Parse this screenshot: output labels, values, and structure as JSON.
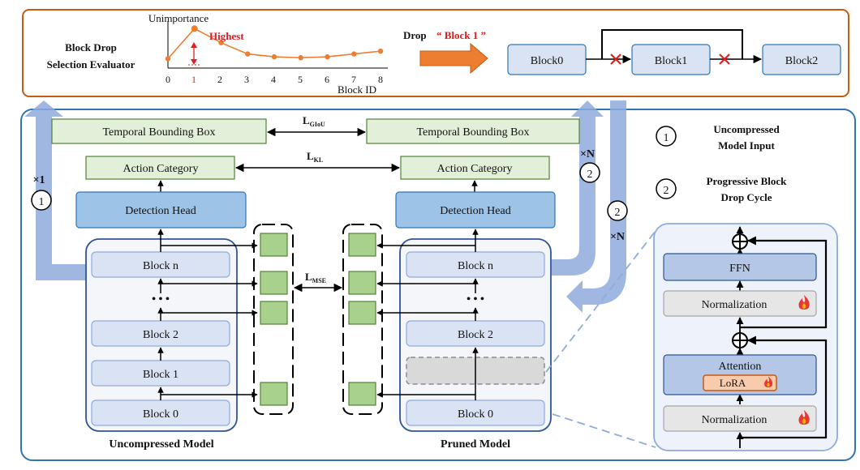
{
  "evaluator": {
    "title_line1": "Block Drop",
    "title_line2": "Selection Evaluator",
    "y_label": "Unimportance",
    "x_label": "Block ID",
    "highlight_label": "Highest",
    "x_ticks": [
      "0",
      "1",
      "2",
      "3",
      "4",
      "5",
      "6",
      "7",
      "8"
    ],
    "unimportance": [
      0.1,
      0.42,
      0.27,
      0.15,
      0.12,
      0.11,
      0.12,
      0.15,
      0.18
    ],
    "highlight_index": 1,
    "line_color": "#ED7D31",
    "highlight_color": "#E02020"
  },
  "drop": {
    "label_prefix": "Drop",
    "label_value": "“ Block 1 ”",
    "blocks": [
      "Block0",
      "Block1",
      "Block2"
    ],
    "cross_icon_color": "#E02020"
  },
  "uncompressed": {
    "caption": "Uncompressed Model",
    "bbox_label": "Temporal Bounding Box",
    "action_label": "Action Category",
    "head_label": "Detection Head",
    "blocks": [
      "Block n",
      "Block 2",
      "Block 1",
      "Block 0"
    ],
    "ellipsis": "• • •"
  },
  "pruned": {
    "caption": "Pruned Model",
    "bbox_label": "Temporal Bounding Box",
    "action_label": "Action Category",
    "head_label": "Detection Head",
    "blocks": [
      "Block n",
      "Block 2",
      "Block 0"
    ],
    "ellipsis": "• • •"
  },
  "losses": {
    "giou_main": "L",
    "giou_sub": "GIoU",
    "kl_main": "L",
    "kl_sub": "KL",
    "mse_main": "L",
    "mse_sub": "MSE"
  },
  "cycle": {
    "times_one": "×1",
    "times_n_top": "×N",
    "times_n_right": "×N",
    "marker_1": "1",
    "marker_2": "2"
  },
  "legend": {
    "item1_num": "1",
    "item1_line1": "Uncompressed",
    "item1_line2": "Model Input",
    "item2_num": "2",
    "item2_line1": "Progressive Block",
    "item2_line2": "Drop Cycle"
  },
  "block_detail": {
    "ffn_label": "FFN",
    "norm_top_label": "Normalization",
    "attention_label": "Attention",
    "lora_label": "LoRA",
    "norm_bottom_label": "Normalization",
    "trainable_icon": "fire-icon"
  },
  "colors": {
    "evaluator_border": "#C55A11",
    "main_border": "#2E75B6",
    "head_fill": "#9DC3E6",
    "block_fill": "#DAE3F3",
    "output_fill": "#E2F0D9",
    "feature_fill": "#A9D18E",
    "big_arrow": "#8FAADC",
    "drop_arrow": "#ED7D31",
    "lora_fill": "#F8CBAD",
    "fire": "#E53935"
  }
}
